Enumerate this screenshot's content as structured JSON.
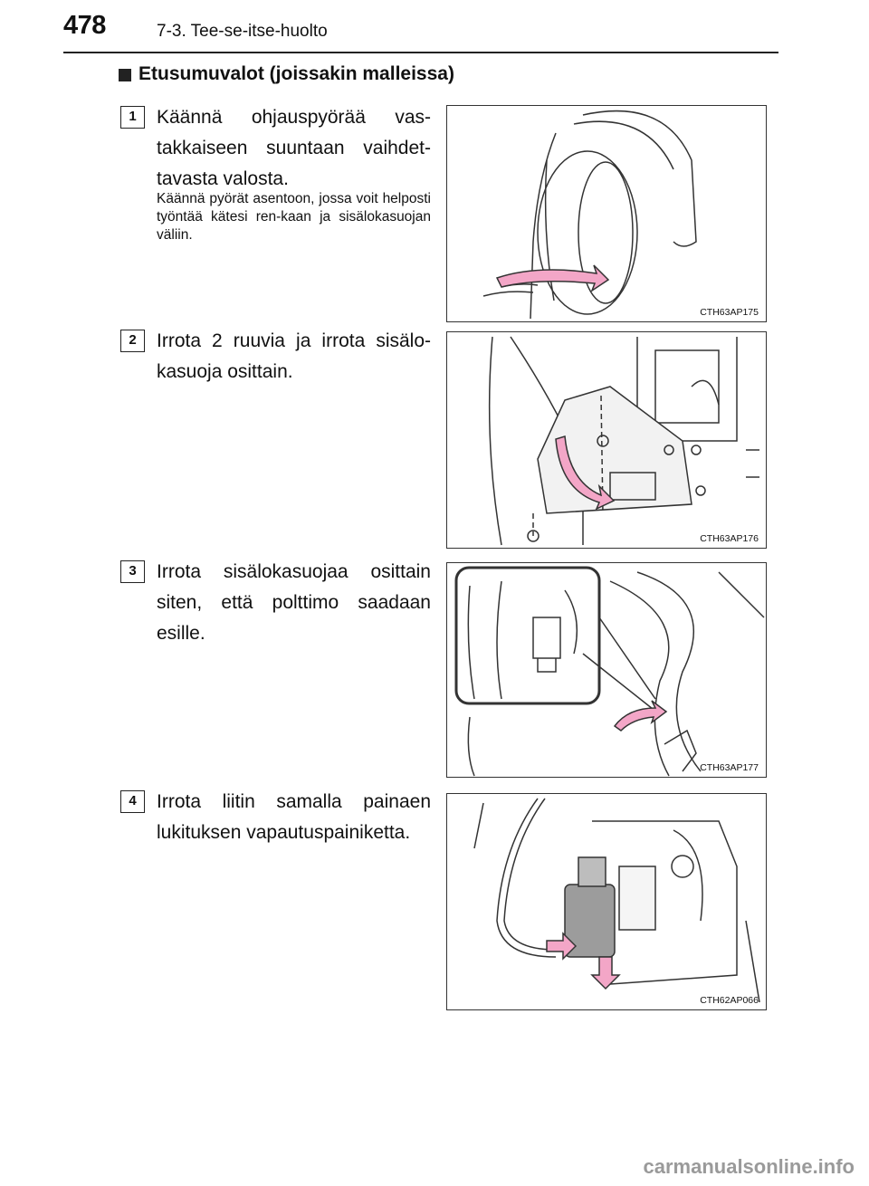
{
  "header": {
    "page_number": "478",
    "chapter": "7-3. Tee-se-itse-huolto"
  },
  "section": {
    "title": "Etusumuvalot (joissakin malleissa)"
  },
  "steps": [
    {
      "number": "1",
      "text": "Käännä ohjauspyörää vas-takkaiseen suuntaan vaihdet-tavasta valosta.",
      "note": "Käännä pyörät asentoon, jossa voit helposti työntää kätesi ren-kaan ja sisälokasuojan väliin.",
      "figure_code": "CTH63AP175"
    },
    {
      "number": "2",
      "text": "Irrota 2 ruuvia ja irrota sisälo-kasuoja osittain.",
      "figure_code": "CTH63AP176"
    },
    {
      "number": "3",
      "text": "Irrota sisälokasuojaa osittain siten, että polttimo saadaan esille.",
      "figure_code": "CTH63AP177"
    },
    {
      "number": "4",
      "text": "Irrota liitin samalla painaen lukituksen vapautuspainiketta.",
      "figure_code": "CTH62AP066"
    }
  ],
  "colors": {
    "arrow_fill": "#f3a6c7",
    "line": "#333333"
  },
  "watermark": "carmanualsonline.info"
}
